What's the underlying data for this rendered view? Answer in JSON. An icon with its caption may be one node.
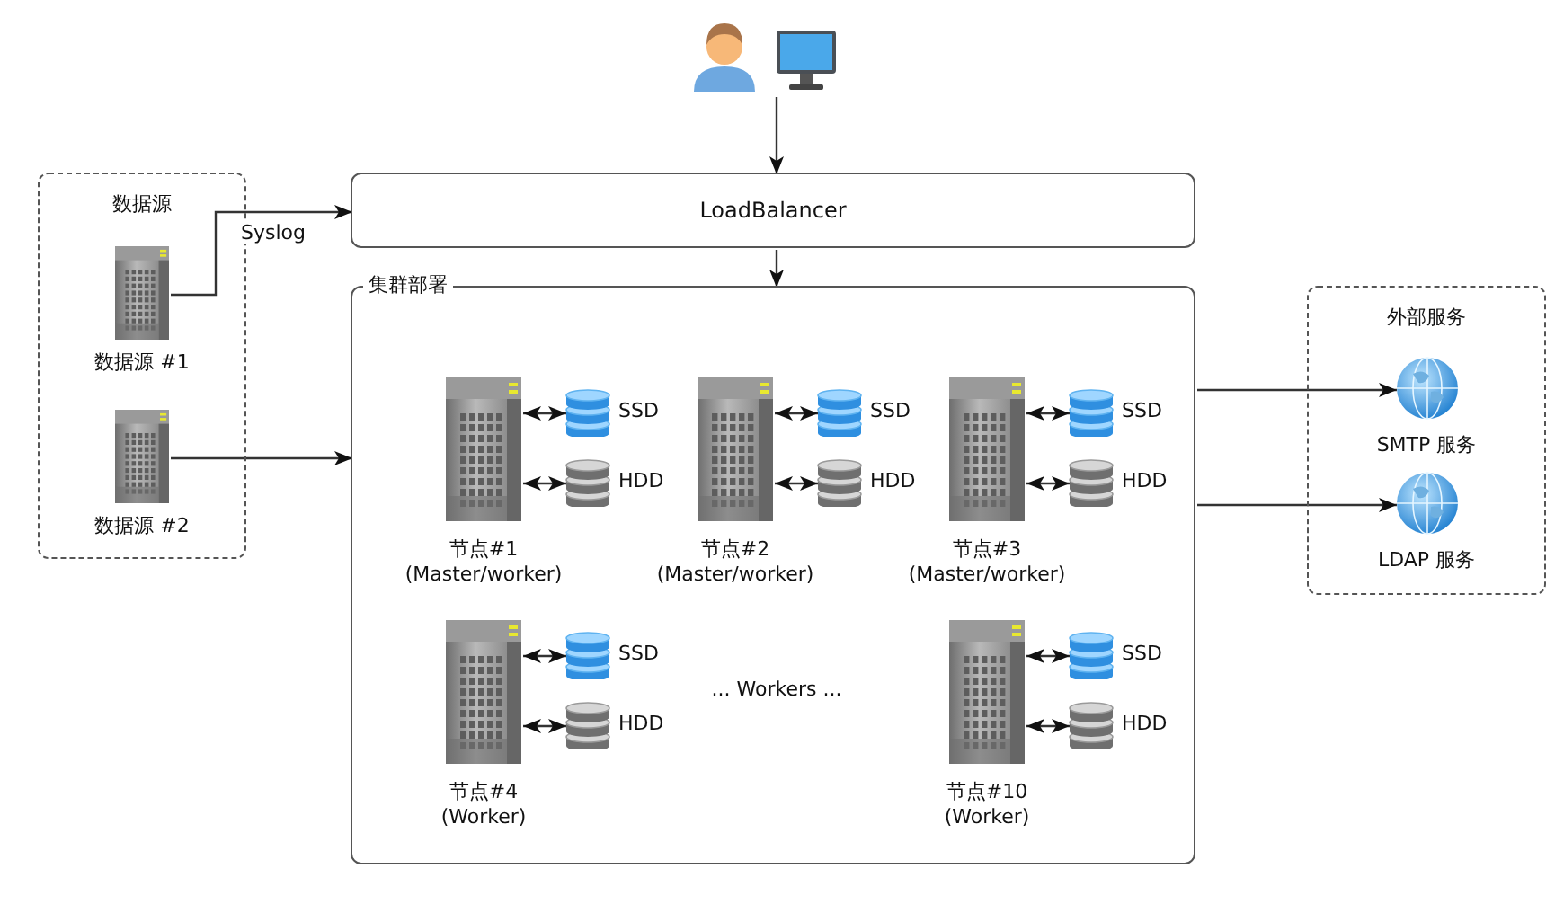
{
  "diagram": {
    "nodes": [
      {
        "text": [],
        "shape": "person"
      },
      {
        "text": [
          "LoadBalancer"
        ]
      },
      {
        "text": [
          "数据源"
        ]
      },
      {
        "text": [],
        "shape": "server",
        "in": 2,
        "beside": [
          "数据源 #1"
        ]
      },
      {
        "text": [],
        "shape": "server",
        "in": 2,
        "beside": [
          "数据源 #2"
        ]
      },
      {
        "text": [
          "集群部署"
        ]
      },
      {
        "text": [],
        "shape": "server",
        "in": 5,
        "beside": [
          "节点#1 (Master/worker)"
        ]
      },
      {
        "text": [],
        "shape": "cylinder",
        "in": 5,
        "beside": [
          "SSD"
        ]
      },
      {
        "text": [],
        "shape": "cylinder",
        "in": 5,
        "beside": [
          "HDD"
        ]
      },
      {
        "text": [],
        "shape": "server",
        "in": 5,
        "beside": [
          "节点#2 (Master/worker)"
        ]
      },
      {
        "text": [],
        "shape": "cylinder",
        "in": 5,
        "beside": [
          "SSD"
        ]
      },
      {
        "text": [],
        "shape": "cylinder",
        "in": 5,
        "beside": [
          "HDD"
        ]
      },
      {
        "text": [],
        "shape": "server",
        "in": 5,
        "beside": [
          "节点#3 (Master/worker)"
        ]
      },
      {
        "text": [],
        "shape": "cylinder",
        "in": 5,
        "beside": [
          "SSD"
        ]
      },
      {
        "text": [],
        "shape": "cylinder",
        "in": 5,
        "beside": [
          "HDD"
        ]
      },
      {
        "text": [],
        "shape": "server",
        "in": 5,
        "beside": [
          "节点#4 (Worker)"
        ]
      },
      {
        "text": [],
        "shape": "cylinder",
        "in": 5,
        "beside": [
          "SSD"
        ]
      },
      {
        "text": [],
        "shape": "cylinder",
        "in": 5,
        "beside": [
          "HDD"
        ]
      },
      {
        "text": [],
        "shape": "server",
        "in": 5,
        "beside": [
          "节点#10 (Worker)"
        ]
      },
      {
        "text": [],
        "shape": "cylinder",
        "in": 5,
        "beside": [
          "SSD"
        ]
      },
      {
        "text": [],
        "shape": "cylinder",
        "in": 5,
        "beside": [
          "HDD"
        ]
      },
      {
        "text": [
          "外部服务"
        ]
      },
      {
        "text": [],
        "shape": "globe",
        "in": 21,
        "beside": [
          "SMTP 服务"
        ]
      },
      {
        "text": [],
        "shape": "globe",
        "in": 21,
        "beside": [
          "LDAP 服务"
        ]
      }
    ],
    "edges": [
      {
        "from": 0,
        "to": 1,
        "arrow": "to"
      },
      {
        "from": 1,
        "to": 5,
        "arrow": "to"
      },
      {
        "from": 3,
        "to": 1,
        "arrow": "to",
        "label": "Syslog"
      },
      {
        "from": 4,
        "to": 5,
        "arrow": "to"
      },
      {
        "from": 6,
        "to": 7,
        "arrow": "both"
      },
      {
        "from": 6,
        "to": 8,
        "arrow": "both"
      },
      {
        "from": 9,
        "to": 10,
        "arrow": "both"
      },
      {
        "from": 9,
        "to": 11,
        "arrow": "both"
      },
      {
        "from": 12,
        "to": 13,
        "arrow": "both"
      },
      {
        "from": 12,
        "to": 14,
        "arrow": "both"
      },
      {
        "from": 15,
        "to": 16,
        "arrow": "both"
      },
      {
        "from": 15,
        "to": 17,
        "arrow": "both"
      },
      {
        "from": 18,
        "to": 19,
        "arrow": "both"
      },
      {
        "from": 18,
        "to": 20,
        "arrow": "both"
      },
      {
        "from": 5,
        "to": 22,
        "arrow": "to"
      },
      {
        "from": 5,
        "to": 23,
        "arrow": "to"
      }
    ],
    "labels": [
      "... Workers ..."
    ]
  }
}
